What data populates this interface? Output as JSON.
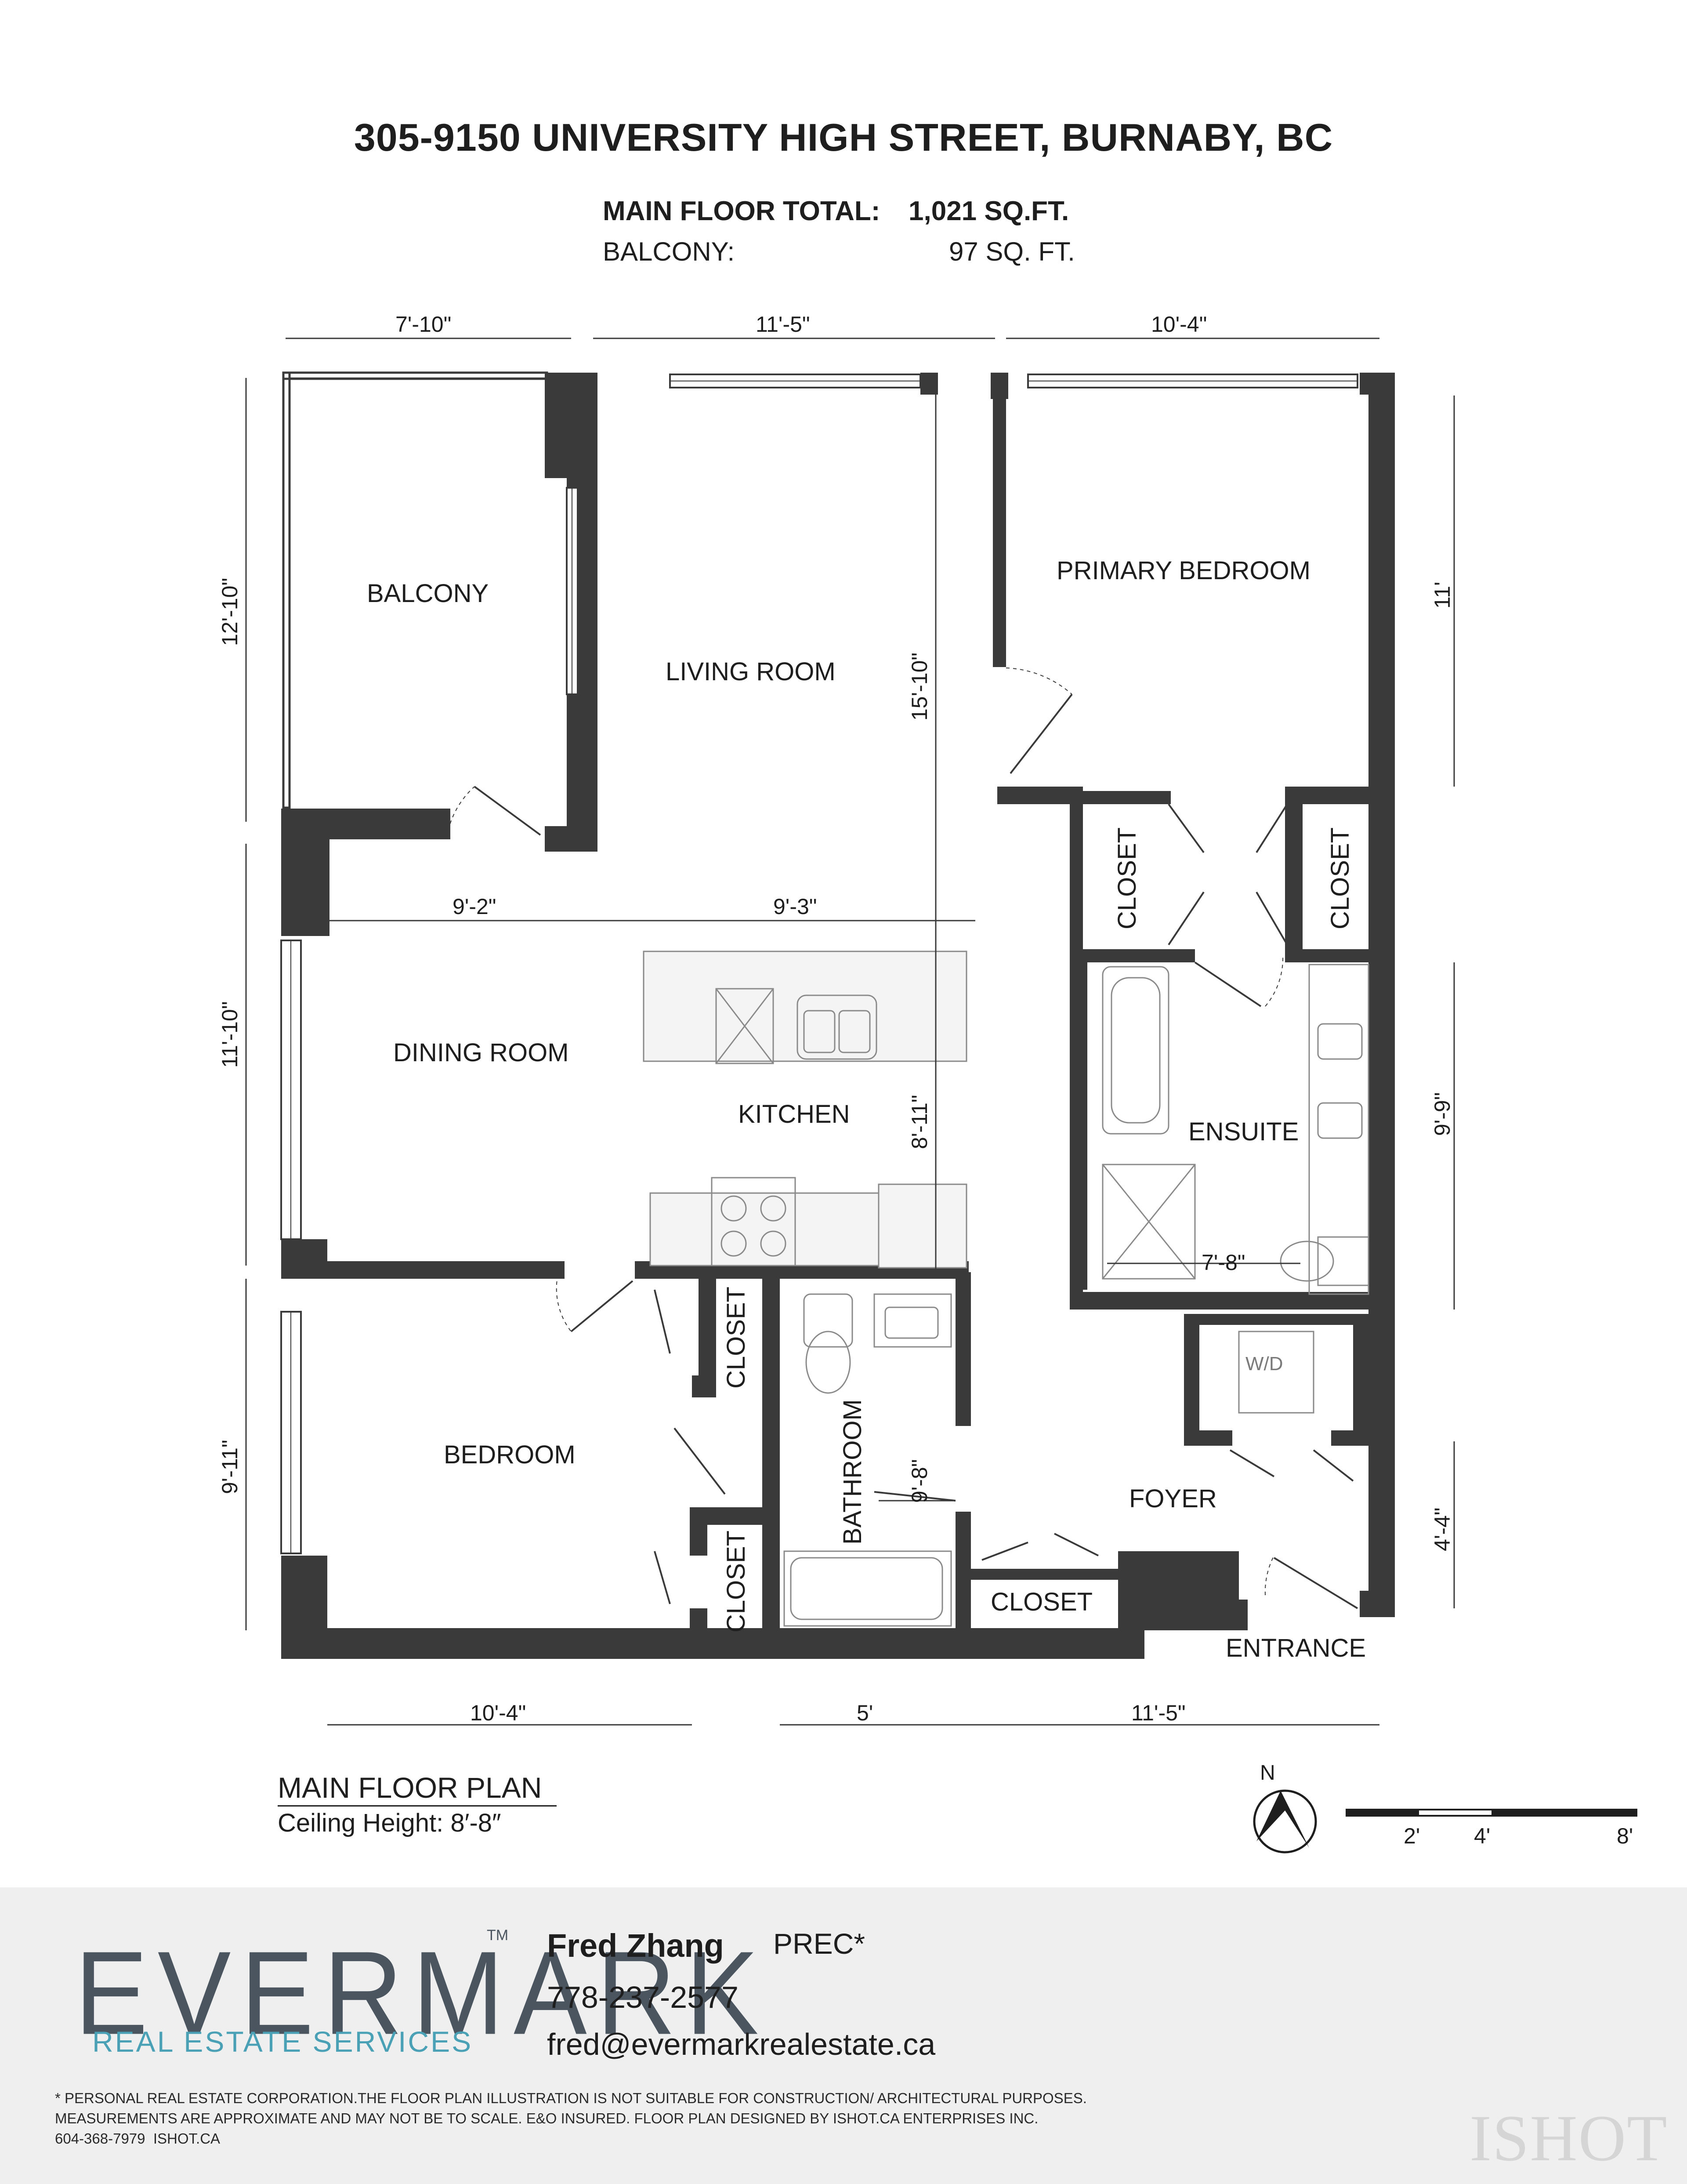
{
  "header": {
    "address": "305-9150 UNIVERSITY HIGH STREET, BURNABY, BC",
    "main_floor_label": "MAIN FLOOR TOTAL:",
    "main_floor_value": "1,021 SQ.FT.",
    "balcony_label": "BALCONY:",
    "balcony_value": "97 SQ. FT."
  },
  "rooms": {
    "balcony": "BALCONY",
    "living_room": "LIVING ROOM",
    "primary_bedroom": "PRIMARY BEDROOM",
    "closet_primary_left": "CLOSET",
    "closet_primary_right": "CLOSET",
    "dining_room": "DINING ROOM",
    "kitchen": "KITCHEN",
    "ensuite": "ENSUITE",
    "closet_bedroom_top": "CLOSET",
    "bathroom": "BATHROOM",
    "wd": "W/D",
    "bedroom": "BEDROOM",
    "foyer": "FOYER",
    "closet_bedroom_bottom": "CLOSET",
    "closet_foyer": "CLOSET",
    "entrance": "ENTRANCE"
  },
  "dimensions": {
    "top_balcony_width": "7'-10\"",
    "top_living_width": "11'-5\"",
    "top_primary_width": "10'-4\"",
    "left_balcony_height": "12'-10\"",
    "living_height": "15'-10\"",
    "primary_height": "11'",
    "dining_width": "9'-2\"",
    "kitchen_width": "9'-3\"",
    "left_dining_height": "11'-10\"",
    "kitchen_height": "8'-11\"",
    "ensuite_height": "9'-9\"",
    "ensuite_width": "7'-8\"",
    "left_bedroom_height": "9'-11\"",
    "bathroom_height": "9'-8\"",
    "foyer_height": "4'-4\"",
    "bottom_bedroom_width": "10'-4\"",
    "bottom_bath_width": "5'",
    "bottom_foyer_width": "11'-5\""
  },
  "plan_info": {
    "title": "MAIN FLOOR PLAN",
    "ceiling": "Ceiling Height: 8′-8″"
  },
  "compass": {
    "north": "N"
  },
  "scale_bar": {
    "labels": [
      "2'",
      "4'",
      "8'"
    ]
  },
  "footer": {
    "logo": "EVERMARK",
    "logo_tm": "TM",
    "logo_sub": "REAL ESTATE SERVICES",
    "agent_name": "Fred Zhang",
    "agent_title": "PREC*",
    "phone": "778-237-2577",
    "email": "fred@evermarkrealestate.ca",
    "disclaimer": "* PERSONAL REAL ESTATE CORPORATION.THE FLOOR PLAN ILLUSTRATION IS NOT SUITABLE FOR CONSTRUCTION/ ARCHITECTURAL PURPOSES.\nMEASUREMENTS ARE APPROXIMATE AND MAY NOT BE TO SCALE. E&O INSURED. FLOOR PLAN DESIGNED BY ISHOT.CA ENTERPRISES INC.\n604-368-7979  ISHOT.CA",
    "ishot": "ISHOT"
  },
  "colors": {
    "wall": "#3a3a3a",
    "accent": "#4aa1b5",
    "logo": "#4a5560",
    "footer_bg": "#efefef"
  }
}
